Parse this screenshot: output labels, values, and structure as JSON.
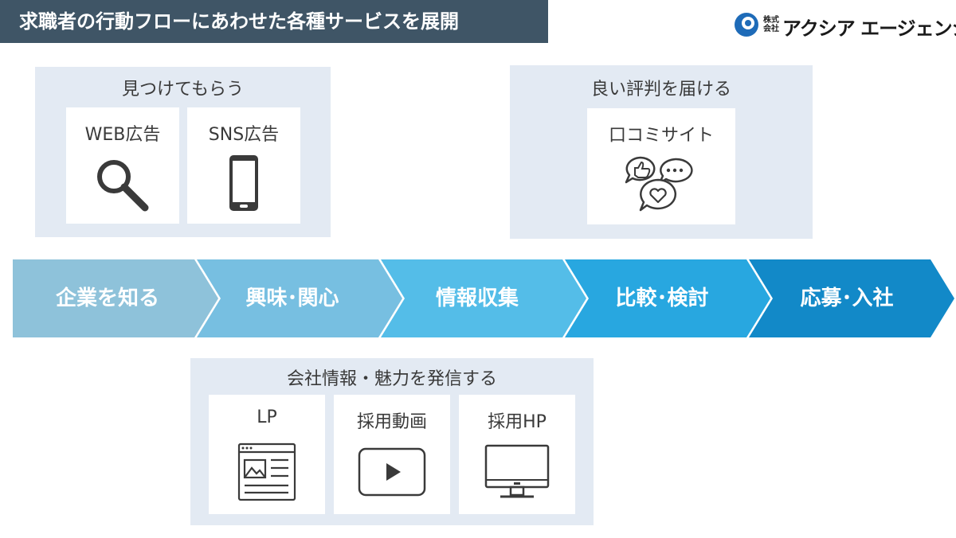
{
  "header": {
    "title": "求職者の行動フローにあわせた各種サービスを展開",
    "bg_color": "#3f5566"
  },
  "logo": {
    "small_text": "株式会社",
    "name": "アクシア エージェンシー",
    "mark_color": "#1e6bb8"
  },
  "panels": {
    "discover": {
      "title": "見つけてもらう",
      "cards": [
        {
          "label": "WEB広告",
          "icon": "magnifier-icon"
        },
        {
          "label": "SNS広告",
          "icon": "smartphone-icon"
        }
      ]
    },
    "reputation": {
      "title": "良い評判を届ける",
      "cards": [
        {
          "label": "口コミサイト",
          "icon": "speech-bubbles-icon"
        }
      ]
    },
    "company_info": {
      "title": "会社情報・魅力を発信する",
      "cards": [
        {
          "label": "LP",
          "icon": "webpage-icon"
        },
        {
          "label": "採用動画",
          "icon": "video-play-icon"
        },
        {
          "label": "採用HP",
          "icon": "monitor-icon"
        }
      ]
    }
  },
  "flow": {
    "steps": [
      {
        "label": "企業を知る",
        "color": "#8ec2da"
      },
      {
        "label": "興味･関心",
        "color": "#77bfe1"
      },
      {
        "label": "情報収集",
        "color": "#54bde8"
      },
      {
        "label": "比較･検討",
        "color": "#28a7e0"
      },
      {
        "label": "応募･入社",
        "color": "#1289c8"
      }
    ]
  },
  "colors": {
    "panel_bg": "#e3eaf3",
    "card_bg": "#ffffff",
    "icon_color": "#3a3a3a"
  }
}
